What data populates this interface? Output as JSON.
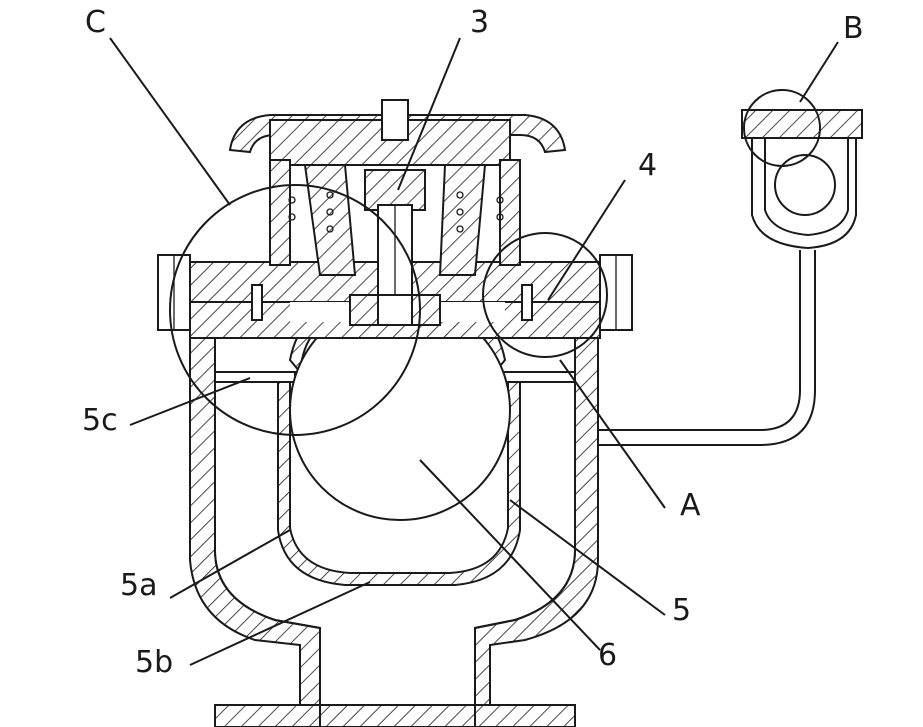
{
  "labels": {
    "C": "C",
    "three": "3",
    "B": "B",
    "four": "4",
    "fiveC": "5c",
    "A": "A",
    "fiveA": "5a",
    "five": "5",
    "fiveB": "5b",
    "six": "6"
  },
  "colors": {
    "ink": "#1a1a1a",
    "paper": "#ffffff"
  }
}
